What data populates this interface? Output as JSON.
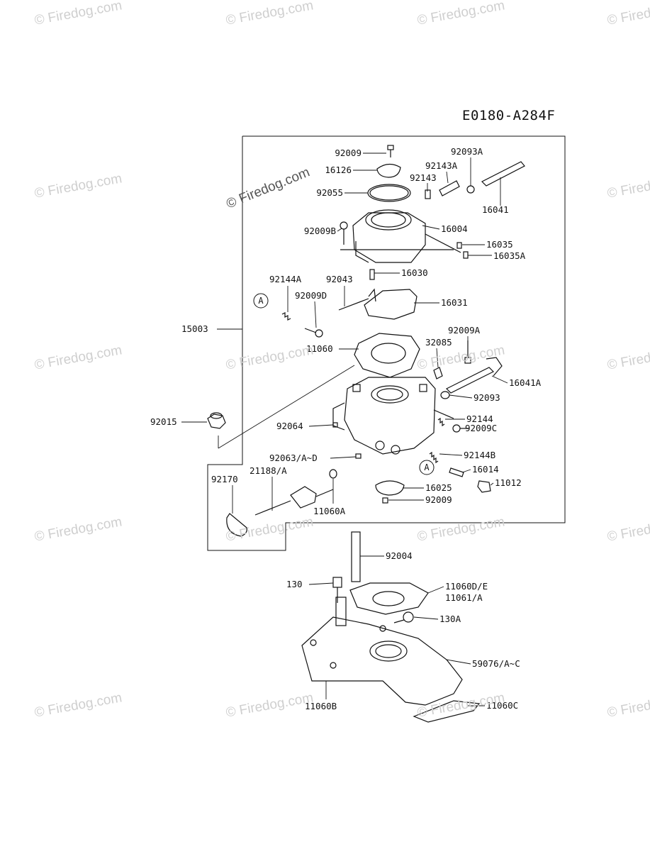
{
  "diagram_code": "E0180-A284F",
  "watermark": "© Firedog.com",
  "part_labels": [
    "92009",
    "16126",
    "92093A",
    "92143A",
    "92143",
    "92055",
    "16041",
    "92009B",
    "16004",
    "16035",
    "16035A",
    "16030",
    "92144A",
    "92043",
    "92009D",
    "16031",
    "15003",
    "11060",
    "92009A",
    "32085",
    "16041A",
    "92093",
    "92015",
    "92064",
    "92144",
    "92009C",
    "92063/A~D",
    "92144B",
    "16014",
    "11012",
    "92170",
    "21188/A",
    "16025",
    "11060A",
    "92009",
    "92004",
    "130",
    "11060D/E",
    "11061/A",
    "130A",
    "59076/A~C",
    "11060B",
    "11060C"
  ],
  "callouts": [
    "A",
    "A"
  ]
}
